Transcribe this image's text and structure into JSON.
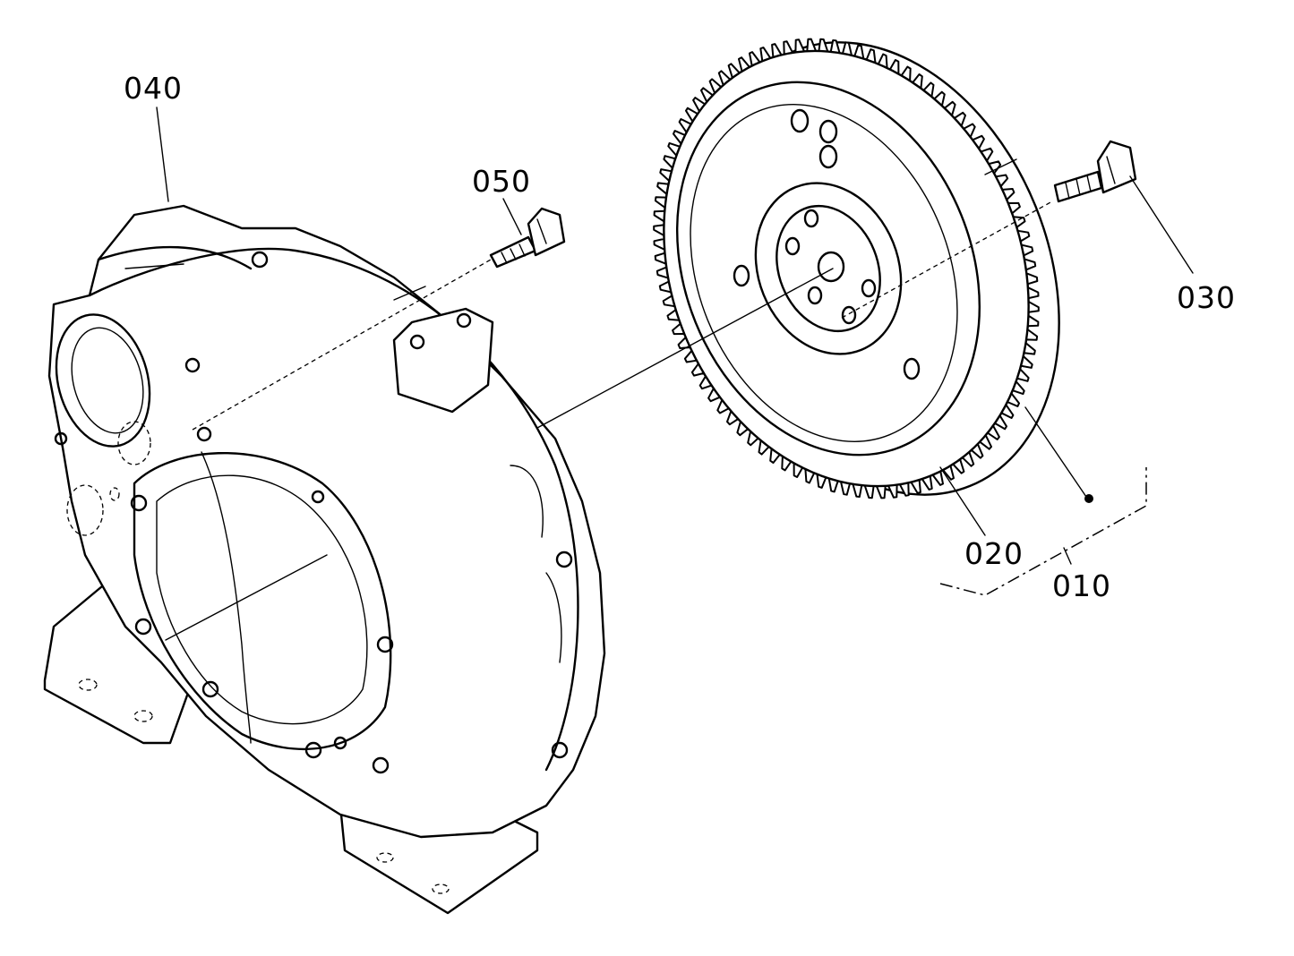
{
  "callouts": {
    "c010": "010",
    "c020": "020",
    "c030": "030",
    "c040": "040",
    "c050": "050"
  },
  "colors": {
    "ink": "#000000",
    "paper": "#ffffff"
  }
}
